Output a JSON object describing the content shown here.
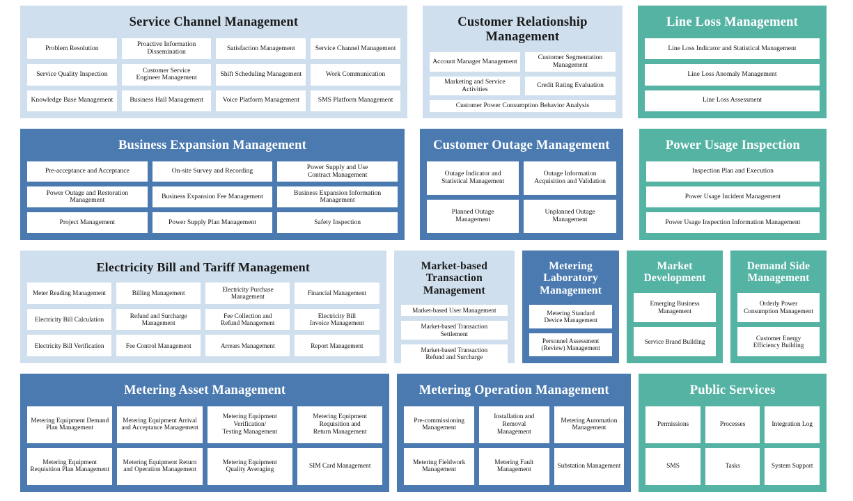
{
  "colors": {
    "light_blue": "#cfdfee",
    "dark_blue": "#4a7ab0",
    "teal": "#55b3a4",
    "tile": "#ffffff",
    "background": "#ffffff"
  },
  "rows": [
    {
      "id": "row-1",
      "panels": [
        {
          "id": "service-channel-management",
          "title": "Service Channel Management",
          "theme": "blue-light",
          "tile_rows": [
            [
              "Problem Resolution",
              "Proactive Information\nDissemination",
              "Satisfaction Management",
              "Service Channel Management"
            ],
            [
              "Service Quality Inspection",
              "Customer Service\nEngineer Management",
              "Shift Scheduling Management",
              "Work Communication"
            ],
            [
              "Knowledge Base Management",
              "Business Hall Management",
              "Voice Platform Management",
              "SMS Platform Management"
            ]
          ]
        },
        {
          "id": "customer-relationship-management",
          "title": "Customer Relationship Management",
          "theme": "blue-light",
          "tile_rows": [
            [
              "Account Manager Management",
              "Customer Segmentation\nManagement"
            ],
            [
              "Marketing and Service\nActivities",
              "Credit Rating Evaluation"
            ],
            [
              "Customer Power Consumption Behavior Analysis"
            ]
          ]
        },
        {
          "id": "line-loss-management",
          "title": "Line Loss Management",
          "theme": "teal",
          "tile_rows": [
            [
              "Line Loss Indicator and Statistical Management"
            ],
            [
              "Line Loss Anomaly Management"
            ],
            [
              "Line Loss Assessment"
            ]
          ]
        }
      ]
    },
    {
      "id": "row-2",
      "panels": [
        {
          "id": "business-expansion-management",
          "title": "Business Expansion Management",
          "theme": "blue-dark",
          "tile_rows": [
            [
              "Pre-acceptance and Acceptance",
              "On-site Survey and Recording",
              "Power Supply and Use\nContract Management"
            ],
            [
              "Power Outage and Restoration\nManagement",
              "Business Expansion Fee Management",
              "Business Expansion Information\nManagement"
            ],
            [
              "Project Management",
              "Power Supply Plan Management",
              "Safety Inspection"
            ]
          ]
        },
        {
          "id": "customer-outage-management",
          "title": "Customer Outage Management",
          "theme": "blue-dark",
          "tile_rows": [
            [
              "Outage Indicator and\nStatistical Management",
              "Outage Information\nAcquisition and Validation"
            ],
            [
              "Planned Outage\nManagement",
              "Unplanned Outage\nManagement"
            ]
          ]
        },
        {
          "id": "power-usage-inspection",
          "title": "Power Usage Inspection",
          "theme": "teal",
          "tile_rows": [
            [
              "Inspection Plan and Execution"
            ],
            [
              "Power Usage Incident Management"
            ],
            [
              "Power Usage Inspection Information Management"
            ]
          ]
        }
      ]
    },
    {
      "id": "row-3",
      "panels": [
        {
          "id": "electricity-bill-and-tariff-management",
          "title": "Electricity Bill and Tariff Management",
          "theme": "blue-light",
          "tile_rows": [
            [
              "Meter Reading Management",
              "Billing Management",
              "Electricity Purchase\nManagement",
              "Financial Management"
            ],
            [
              "Electricity Bill Calculation",
              "Refund and Surcharge\nManagement",
              "Fee Collection and\nRefund Management",
              "Electricity Bill\nInvoice Management"
            ],
            [
              "Electricity Bill Verification",
              "Fee Control Management",
              "Arrears Management",
              "Report Management"
            ]
          ]
        },
        {
          "id": "market-based-transaction-management",
          "title": "Market-based\nTransaction Management",
          "theme": "blue-light",
          "tile_rows": [
            [
              "Market-based User Management"
            ],
            [
              "Market-based Transaction\nSettlement"
            ],
            [
              "Market-based Transaction\nRefund and Surcharge"
            ]
          ]
        },
        {
          "id": "metering-laboratory-management",
          "title": "Metering Laboratory\nManagement",
          "theme": "blue-dark",
          "tile_rows": [
            [
              "Metering Standard\nDevice Management"
            ],
            [
              "Personnel Assessment\n(Review) Management"
            ]
          ]
        },
        {
          "id": "market-development",
          "title": "Market\nDevelopment",
          "theme": "teal",
          "tile_rows": [
            [
              "Emerging Business\nManagement"
            ],
            [
              "Service Brand Building"
            ]
          ]
        },
        {
          "id": "demand-side-management",
          "title": "Demand Side\nManagement",
          "theme": "teal",
          "tile_rows": [
            [
              "Orderly Power\nConsumption Management"
            ],
            [
              "Customer Energy\nEfficiency Building"
            ]
          ]
        }
      ]
    },
    {
      "id": "row-4",
      "panels": [
        {
          "id": "metering-asset-management",
          "title": "Metering Asset Management",
          "theme": "blue-dark",
          "tile_rows": [
            [
              "Metering Equipment Demand\nPlan Management",
              "Metering Equipment Arrival\nand Acceptance Management",
              "Metering Equipment\nVerification/\nTesting Management",
              "Metering Equipment\nRequisition and\nReturn Management"
            ],
            [
              "Metering Equipment\nRequisition Plan Management",
              "Metering Equipment Return\nand Operation Management",
              "Metering Equipment\nQuality Averaging",
              "SIM Card Management"
            ]
          ]
        },
        {
          "id": "metering-operation-management",
          "title": "Metering Operation Management",
          "theme": "blue-dark",
          "tile_rows": [
            [
              "Pre-commissioning\nManagement",
              "Installation and\nRemoval\nManagement",
              "Metering Automation\nManagement"
            ],
            [
              "Metering Fieldwork\nManagement",
              "Metering Fault\nManagement",
              "Substation Management"
            ]
          ]
        },
        {
          "id": "public-services",
          "title": "Public Services",
          "theme": "teal",
          "tile_rows": [
            [
              "Permissions",
              "Processes",
              "Integration Log"
            ],
            [
              "SMS",
              "Tasks",
              "System Support"
            ]
          ]
        }
      ]
    }
  ]
}
